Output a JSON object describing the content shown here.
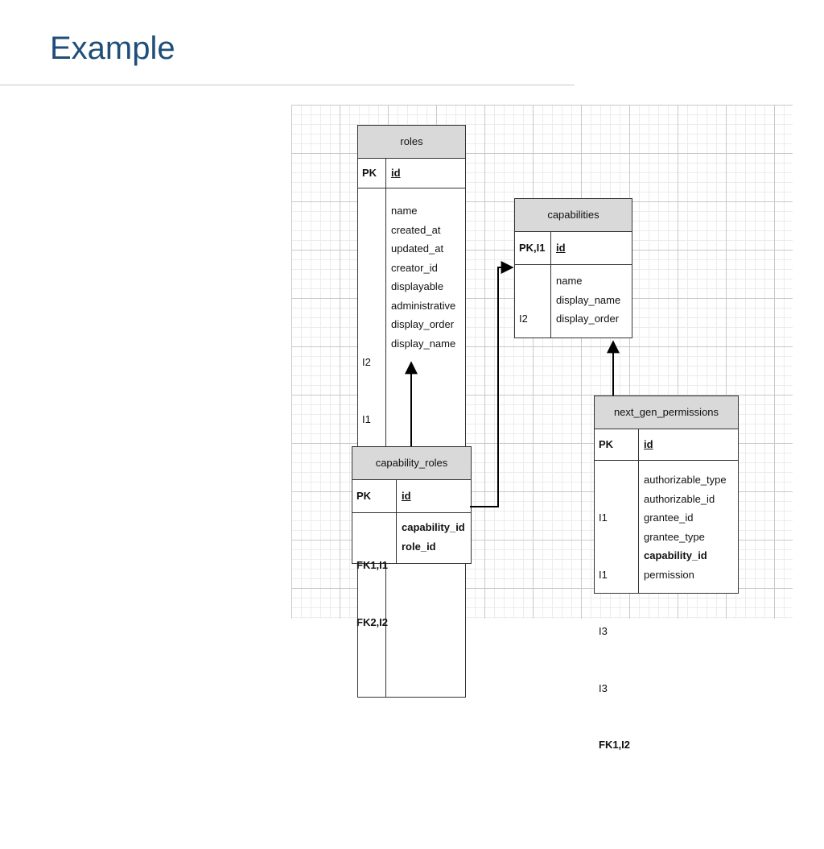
{
  "title": "Example",
  "entities": {
    "roles": {
      "name": "roles",
      "pk_label": "PK",
      "pk_field": "id",
      "keys": [
        "",
        "",
        "I2",
        "I1",
        "",
        "",
        "",
        ""
      ],
      "fields": [
        "name",
        "created_at",
        "updated_at",
        "creator_id",
        "displayable",
        "administrative",
        "display_order",
        "display_name"
      ]
    },
    "capabilities": {
      "name": "capabilities",
      "pk_label": "PK,I1",
      "pk_field": "id",
      "keys": [
        "I2",
        "",
        ""
      ],
      "fields": [
        "name",
        "display_name",
        "display_order"
      ]
    },
    "capability_roles": {
      "name": "capability_roles",
      "pk_label": "PK",
      "pk_field": "id",
      "keys": [
        "FK1,I1",
        "FK2,I2"
      ],
      "fields": [
        "capability_id",
        "role_id"
      ]
    },
    "next_gen_permissions": {
      "name": "next_gen_permissions",
      "pk_label": "PK",
      "pk_field": "id",
      "keys": [
        "I1",
        "I1",
        "I3",
        "I3",
        "FK1,I2",
        ""
      ],
      "fields": [
        "authorizable_type",
        "authorizable_id",
        "grantee_id",
        "grantee_type",
        "capability_id",
        "permission"
      ]
    }
  }
}
